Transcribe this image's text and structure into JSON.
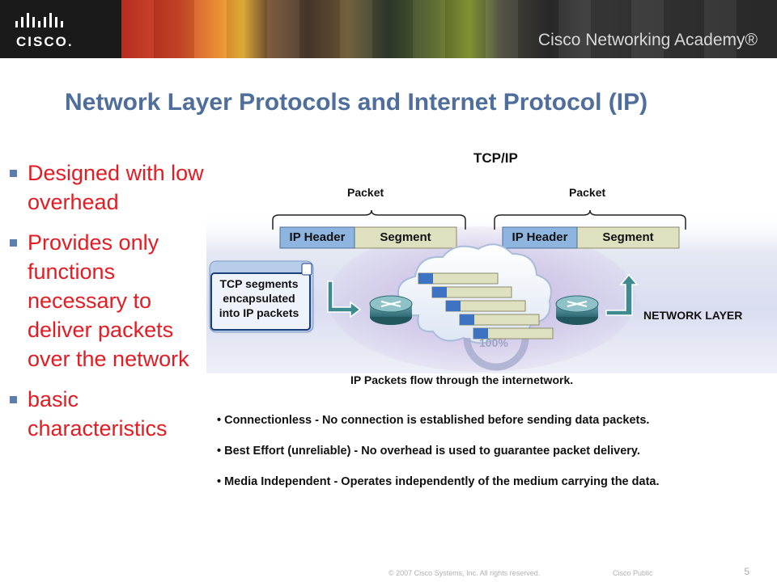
{
  "header": {
    "logo_text": "CISCO.",
    "academy": "Cisco Networking Academy®"
  },
  "slide": {
    "title": "Network Layer Protocols and Internet Protocol (IP)",
    "bullets": [
      "Designed with low overhead",
      "Provides only functions necessary to deliver packets over the network",
      "basic characteristics"
    ]
  },
  "diagram": {
    "heading": "TCP/IP",
    "packets": [
      {
        "label": "Packet",
        "header": "IP Header",
        "segment": "Segment"
      },
      {
        "label": "Packet",
        "header": "IP Header",
        "segment": "Segment"
      }
    ],
    "callout": "TCP segments encapsulated into IP packets",
    "layer_label": "NETWORK LAYER",
    "watermark": "100%",
    "caption": "IP Packets flow through the internetwork."
  },
  "characteristics": [
    "• Connectionless - No connection is established before sending data packets.",
    "• Best Effort (unreliable) - No overhead is used to guarantee packet delivery.",
    "• Media Independent - Operates independently of the medium carrying the data."
  ],
  "footer": {
    "copyright": "© 2007 Cisco Systems, Inc. All rights reserved.",
    "classification": "Cisco Public",
    "page": "5"
  },
  "colors": {
    "title": "#4f6e9b",
    "bullet_text": "#e31c23",
    "header_box": "#8eb4e0",
    "segment_box": "#dfe0bf"
  }
}
